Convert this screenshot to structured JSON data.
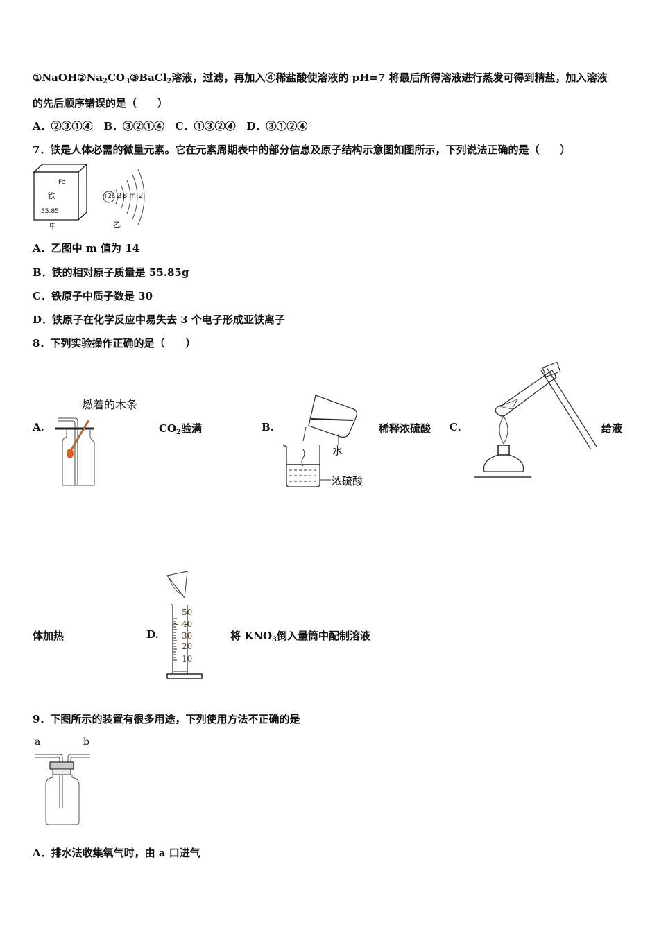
{
  "q6": {
    "line1_a": "①NaOH②Na",
    "line1_sub1": "2",
    "line1_b": "CO",
    "line1_sub2": "3",
    "line1_c": "③BaCl",
    "line1_sub3": "2",
    "line1_d": "溶液，过滤，再加入④稀盐酸使溶液的 pH=7 将最后所得溶液进行蒸发可得到精盐，加入溶液",
    "line2": "的先后顺序错误的是（　　）",
    "options": [
      "A．②③①④",
      "B．③②①④",
      "C．①③②④",
      "D．③①②④"
    ]
  },
  "q7": {
    "stem": "7．铁是人体必需的微量元素。它在元素周期表中的部分信息及原子结构示意图如图所示，下列说法正确的是（　　）",
    "figure_jia": {
      "symbol": "Fe",
      "name": "铁",
      "mass": "55.85",
      "caption": "甲"
    },
    "figure_yi": {
      "nucleus": "+26",
      "shells": [
        "2",
        "8",
        "m",
        "2"
      ],
      "caption": "乙"
    },
    "options": [
      "A．乙图中 m 值为 14",
      "B．铁的相对原子质量是 55.85g",
      "C．铁原子中质子数是 30",
      "D．铁原子在化学反应中易失去 3 个电子形成亚铁离子"
    ]
  },
  "q8": {
    "stem": "8．下列实验操作正确的是（　　）",
    "option_a": {
      "letter": "A.",
      "figure_label": "燃着的木条",
      "caption_pre": "CO",
      "caption_sub": "2",
      "caption_post": "验满"
    },
    "option_b": {
      "letter": "B.",
      "label_water": "水",
      "label_acid": "浓硫酸",
      "caption": "稀释浓硫酸"
    },
    "option_c": {
      "letter": "C.",
      "caption_part1": "给液",
      "caption_part2": "体加热"
    },
    "option_d": {
      "letter": "D.",
      "scale": [
        "50",
        "40",
        "30",
        "20",
        "10"
      ],
      "caption_pre": "将 KNO",
      "caption_sub": "3",
      "caption_post": "倒入量筒中配制溶液"
    }
  },
  "q9": {
    "stem": "9．下图所示的装置有很多用途，下列使用方法不正确的是",
    "figure": {
      "label_a": "a",
      "label_b": "b"
    },
    "options": [
      "A．排水法收集氧气时，由 a 口进气"
    ]
  }
}
